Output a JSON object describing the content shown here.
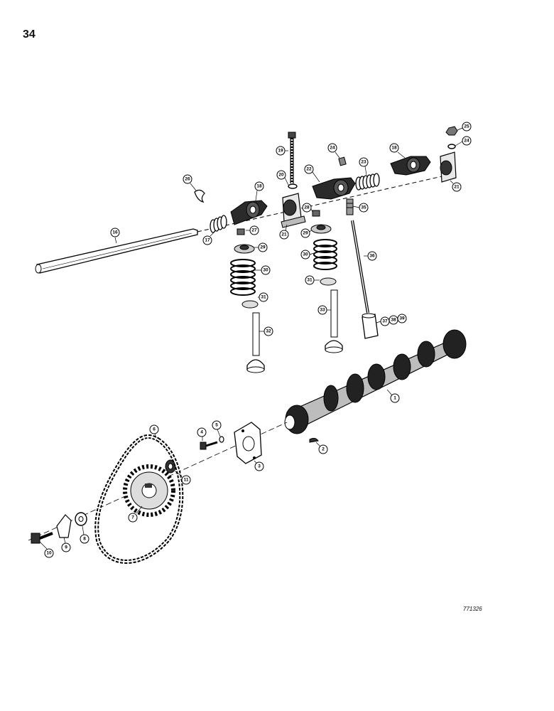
{
  "page_number": "34",
  "figure_code": "771326",
  "callouts": [
    {
      "id": "c1",
      "label": "1",
      "part": "camshaft"
    },
    {
      "id": "c2",
      "label": "2",
      "part": "woodruff-key"
    },
    {
      "id": "c3",
      "label": "3",
      "part": "thrust-plate"
    },
    {
      "id": "c4",
      "label": "4",
      "part": "bolt"
    },
    {
      "id": "c5",
      "label": "5",
      "part": "lock-washer"
    },
    {
      "id": "c6",
      "label": "6",
      "part": "timing-chain"
    },
    {
      "id": "c7",
      "label": "7",
      "part": "camshaft-sprocket"
    },
    {
      "id": "c8",
      "label": "8",
      "part": "washer"
    },
    {
      "id": "c9",
      "label": "9",
      "part": "lock-plate"
    },
    {
      "id": "c10",
      "label": "10",
      "part": "sprocket-bolt"
    },
    {
      "id": "c11",
      "label": "11",
      "part": "spacer"
    },
    {
      "id": "c16",
      "label": "16",
      "part": "rocker-shaft"
    },
    {
      "id": "c17",
      "label": "17",
      "part": "spring-left"
    },
    {
      "id": "c18a",
      "label": "18",
      "part": "rocker-arm-left"
    },
    {
      "id": "c18b",
      "label": "18",
      "part": "rocker-arm-right"
    },
    {
      "id": "c19",
      "label": "19",
      "part": "bracket-bolt"
    },
    {
      "id": "c20",
      "label": "20",
      "part": "bolt-washer"
    },
    {
      "id": "c21a",
      "label": "21",
      "part": "shaft-bracket-center"
    },
    {
      "id": "c21b",
      "label": "21",
      "part": "shaft-bracket-right"
    },
    {
      "id": "c22",
      "label": "22",
      "part": "rocker-arm-center"
    },
    {
      "id": "c23",
      "label": "23",
      "part": "spring-right"
    },
    {
      "id": "c24a",
      "label": "24",
      "part": "adjusting-screw"
    },
    {
      "id": "c24b",
      "label": "24",
      "part": "washer-right"
    },
    {
      "id": "c25",
      "label": "25",
      "part": "nut"
    },
    {
      "id": "c26",
      "label": "26",
      "part": "clip"
    },
    {
      "id": "c27",
      "label": "27",
      "part": "valve-keeper-left"
    },
    {
      "id": "c28",
      "label": "28",
      "part": "valve-keeper-center"
    },
    {
      "id": "c29a",
      "label": "29",
      "part": "spring-retainer-left"
    },
    {
      "id": "c29b",
      "label": "29",
      "part": "spring-retainer-center"
    },
    {
      "id": "c30a",
      "label": "30",
      "part": "valve-spring-left"
    },
    {
      "id": "c30b",
      "label": "30",
      "part": "valve-spring-center"
    },
    {
      "id": "c31a",
      "label": "31",
      "part": "spring-seat-left"
    },
    {
      "id": "c31b",
      "label": "31",
      "part": "spring-seat-center"
    },
    {
      "id": "c32",
      "label": "32",
      "part": "intake-valve"
    },
    {
      "id": "c33",
      "label": "33",
      "part": "exhaust-valve"
    },
    {
      "id": "c35",
      "label": "35",
      "part": "adjuster"
    },
    {
      "id": "c36",
      "label": "36",
      "part": "push-rod"
    },
    {
      "id": "c37",
      "label": "37",
      "part": "lifter"
    },
    {
      "id": "c38",
      "label": "38",
      "part": "lifter-alt-1"
    },
    {
      "id": "c39",
      "label": "39",
      "part": "lifter-alt-2"
    }
  ]
}
